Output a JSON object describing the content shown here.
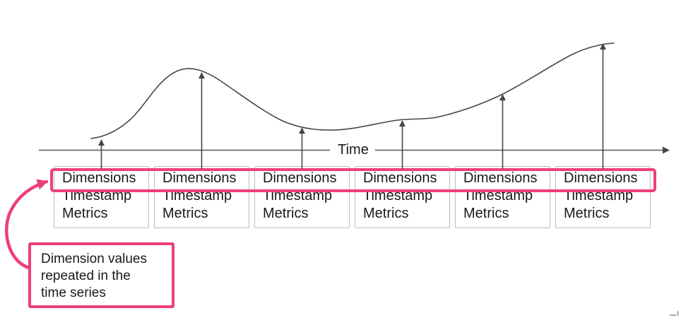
{
  "axis": {
    "label": "Time"
  },
  "records": [
    {
      "dimensions": "Dimensions",
      "timestamp": "Timestamp",
      "metrics": "Metrics"
    },
    {
      "dimensions": "Dimensions",
      "timestamp": "Timestamp",
      "metrics": "Metrics"
    },
    {
      "dimensions": "Dimensions",
      "timestamp": "Timestamp",
      "metrics": "Metrics"
    },
    {
      "dimensions": "Dimensions",
      "timestamp": "Timestamp",
      "metrics": "Metrics"
    },
    {
      "dimensions": "Dimensions",
      "timestamp": "Timestamp",
      "metrics": "Metrics"
    },
    {
      "dimensions": "Dimensions",
      "timestamp": "Timestamp",
      "metrics": "Metrics"
    }
  ],
  "callout": {
    "lines": [
      "Dimension values",
      "repeated in the",
      "time series"
    ]
  },
  "colors": {
    "accent_pink": "#ED3E7D",
    "curve_line": "#42474F",
    "axis_gray": "#666A70",
    "box_border": "#B9BCC1",
    "text": "#1A1A1A"
  }
}
